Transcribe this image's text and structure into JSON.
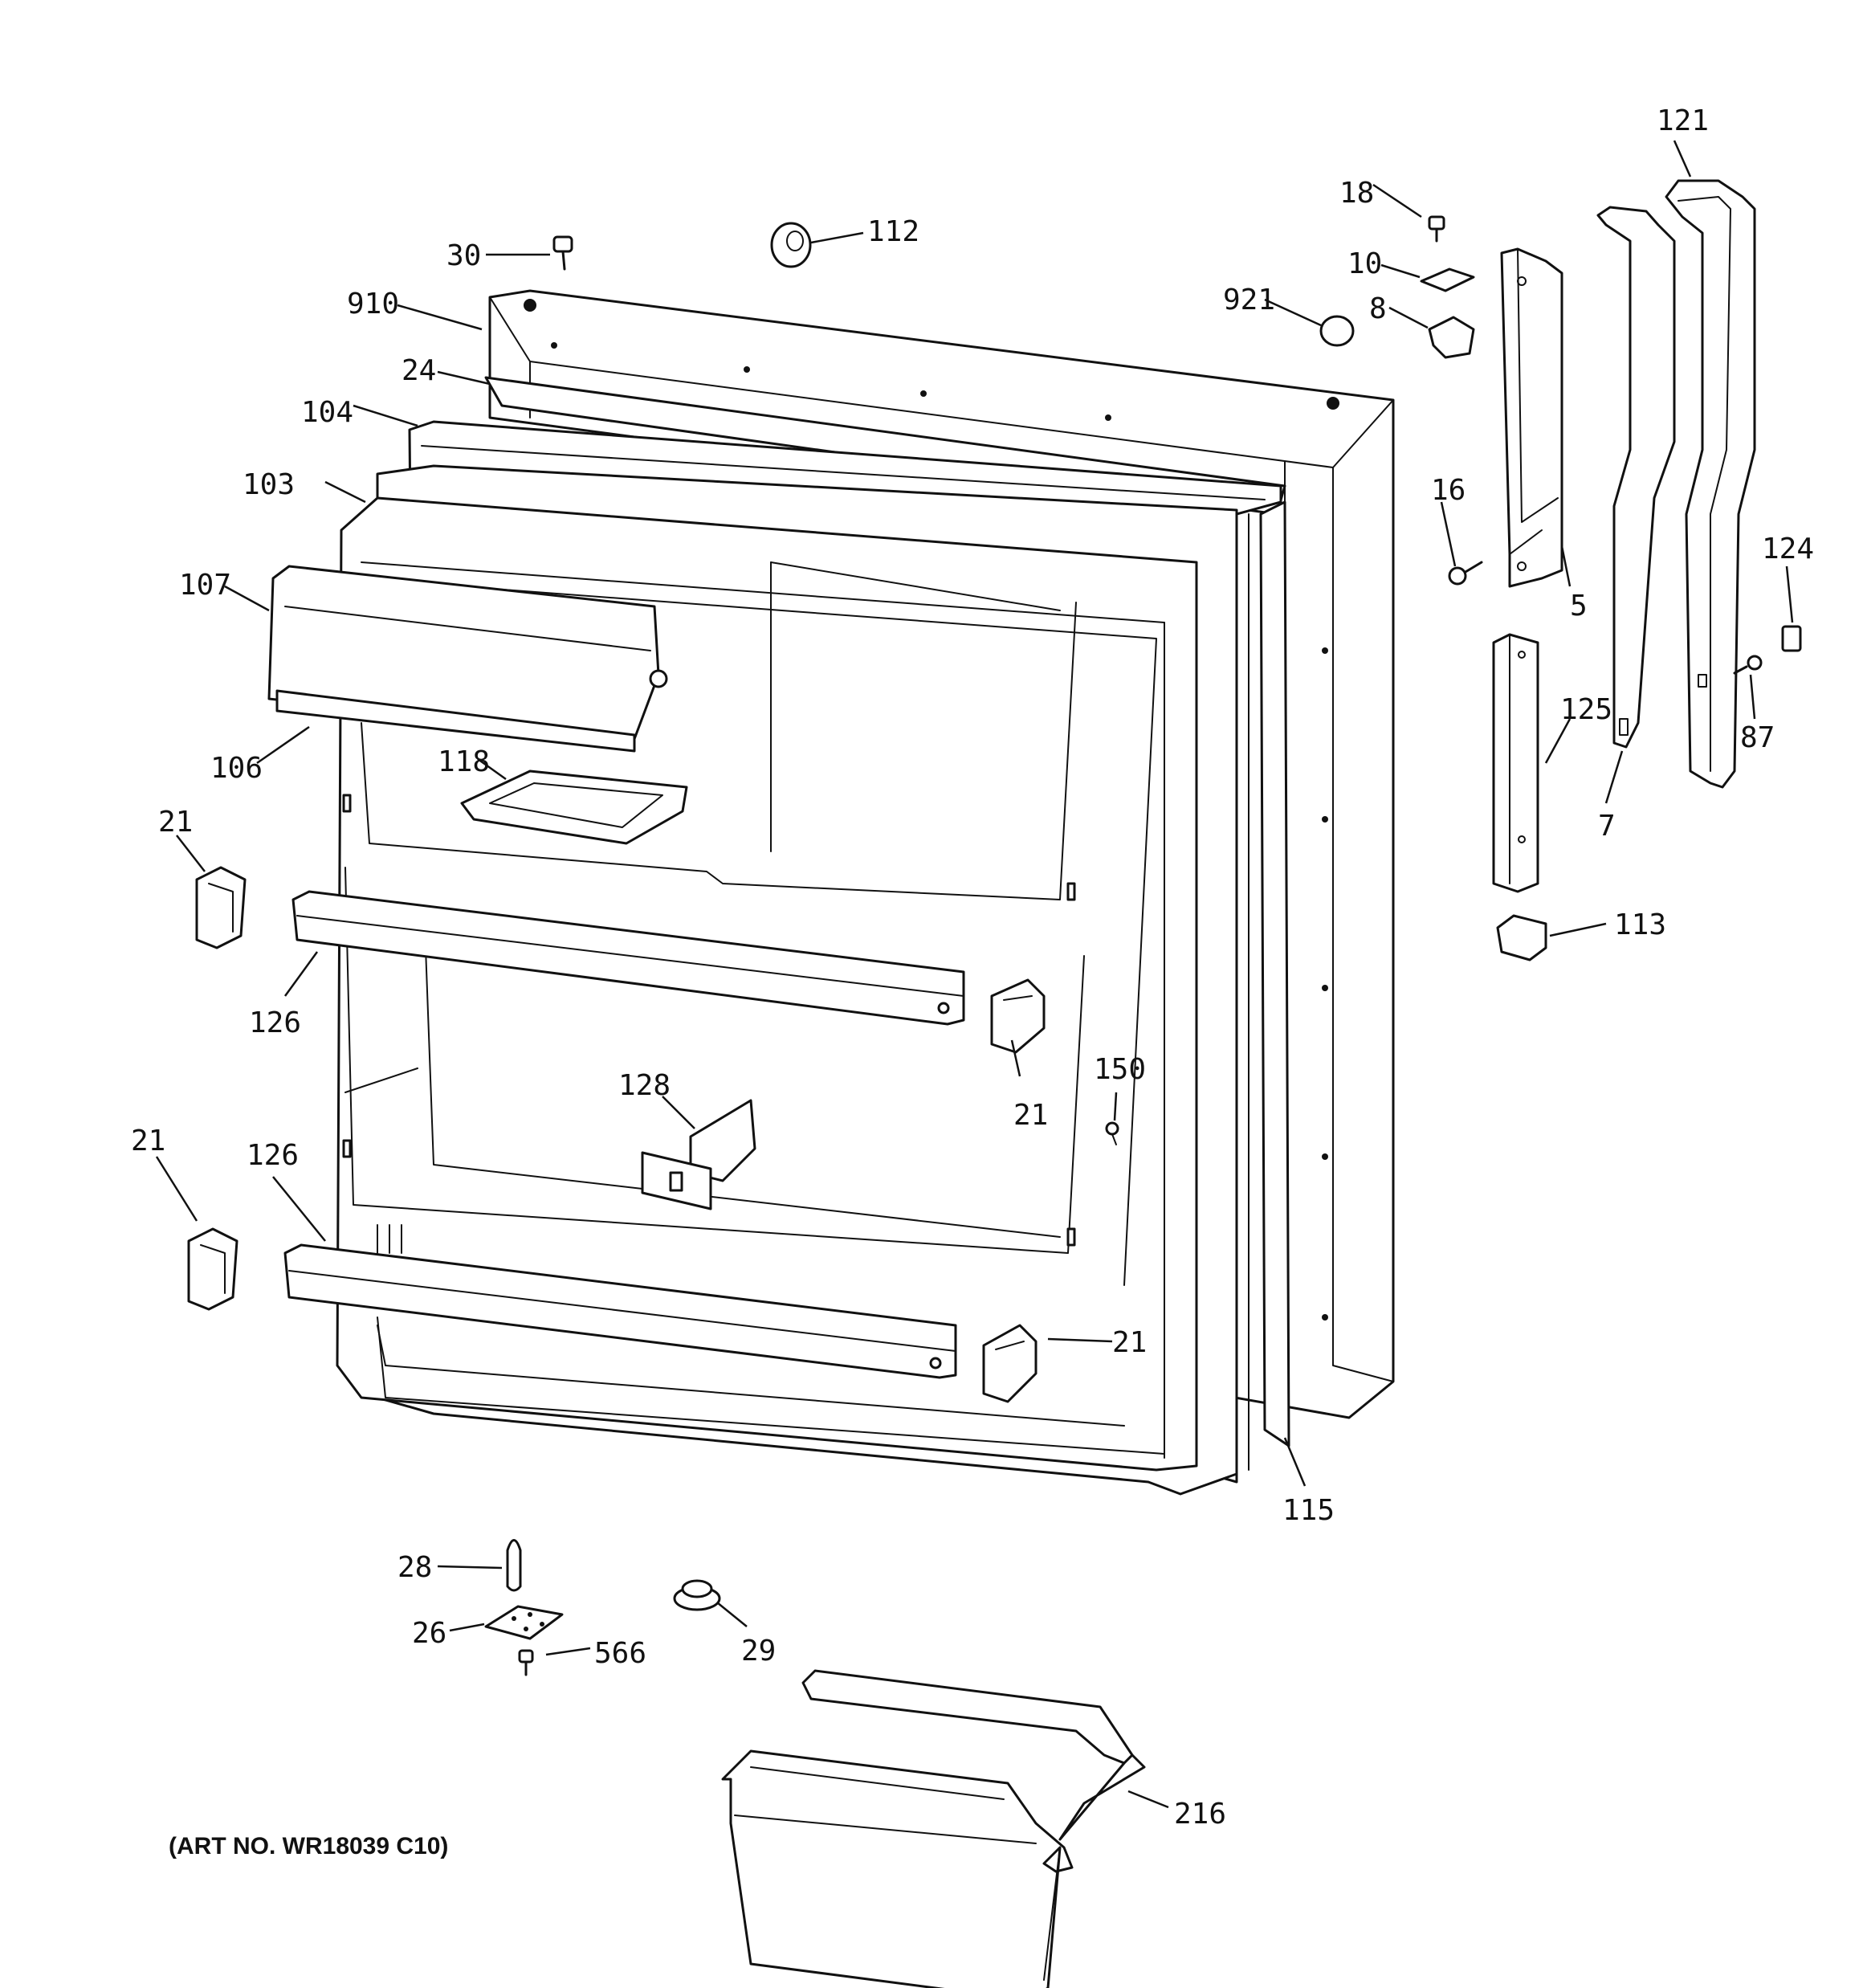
{
  "art_number": "(ART NO. WR18039 C10)",
  "callouts": [
    {
      "id": "c30",
      "text": "30"
    },
    {
      "id": "c112",
      "text": "112"
    },
    {
      "id": "c910",
      "text": "910"
    },
    {
      "id": "c24",
      "text": "24"
    },
    {
      "id": "c104",
      "text": "104"
    },
    {
      "id": "c103",
      "text": "103"
    },
    {
      "id": "c107",
      "text": "107"
    },
    {
      "id": "c106",
      "text": "106"
    },
    {
      "id": "c118",
      "text": "118"
    },
    {
      "id": "c21a",
      "text": "21"
    },
    {
      "id": "c126a",
      "text": "126"
    },
    {
      "id": "c21b",
      "text": "21"
    },
    {
      "id": "c128",
      "text": "128"
    },
    {
      "id": "c150",
      "text": "150"
    },
    {
      "id": "c21c",
      "text": "21"
    },
    {
      "id": "c126b",
      "text": "126"
    },
    {
      "id": "c21d",
      "text": "21"
    },
    {
      "id": "c115",
      "text": "115"
    },
    {
      "id": "c18",
      "text": "18"
    },
    {
      "id": "c10",
      "text": "10"
    },
    {
      "id": "c921",
      "text": "921"
    },
    {
      "id": "c8",
      "text": "8"
    },
    {
      "id": "c16",
      "text": "16"
    },
    {
      "id": "c5",
      "text": "5"
    },
    {
      "id": "c121",
      "text": "121"
    },
    {
      "id": "c124",
      "text": "124"
    },
    {
      "id": "c125",
      "text": "125"
    },
    {
      "id": "c7",
      "text": "7"
    },
    {
      "id": "c87",
      "text": "87"
    },
    {
      "id": "c113",
      "text": "113"
    },
    {
      "id": "c28",
      "text": "28"
    },
    {
      "id": "c26",
      "text": "26"
    },
    {
      "id": "c566",
      "text": "566"
    },
    {
      "id": "c29",
      "text": "29"
    },
    {
      "id": "c216",
      "text": "216"
    }
  ]
}
